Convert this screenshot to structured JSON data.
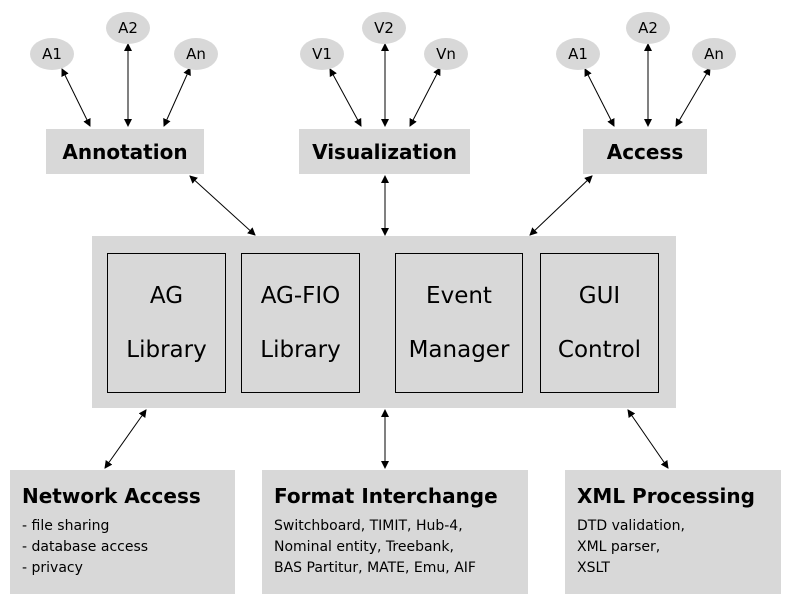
{
  "annotation_group": {
    "nodes": [
      "A1",
      "A2",
      "An"
    ],
    "module": "Annotation"
  },
  "visualization_group": {
    "nodes": [
      "V1",
      "V2",
      "Vn"
    ],
    "module": "Visualization"
  },
  "access_group": {
    "nodes": [
      "A1",
      "A2",
      "An"
    ],
    "module": "Access"
  },
  "core": {
    "ag_library": [
      "AG",
      "Library"
    ],
    "ag_fio_library": [
      "AG-FIO",
      "Library"
    ],
    "event_manager": [
      "Event",
      "Manager"
    ],
    "gui_control": [
      "GUI",
      "Control"
    ]
  },
  "network_access": {
    "title": "Network Access",
    "items": [
      "- file sharing",
      "- database access",
      "- privacy"
    ]
  },
  "format_interchange": {
    "title": "Format Interchange",
    "items": [
      "Switchboard, TIMIT, Hub-4,",
      "Nominal entity, Treebank,",
      "BAS Partitur, MATE, Emu, AIF"
    ]
  },
  "xml_processing": {
    "title": "XML Processing",
    "items": [
      "DTD validation,",
      "XML parser,",
      "XSLT"
    ]
  }
}
